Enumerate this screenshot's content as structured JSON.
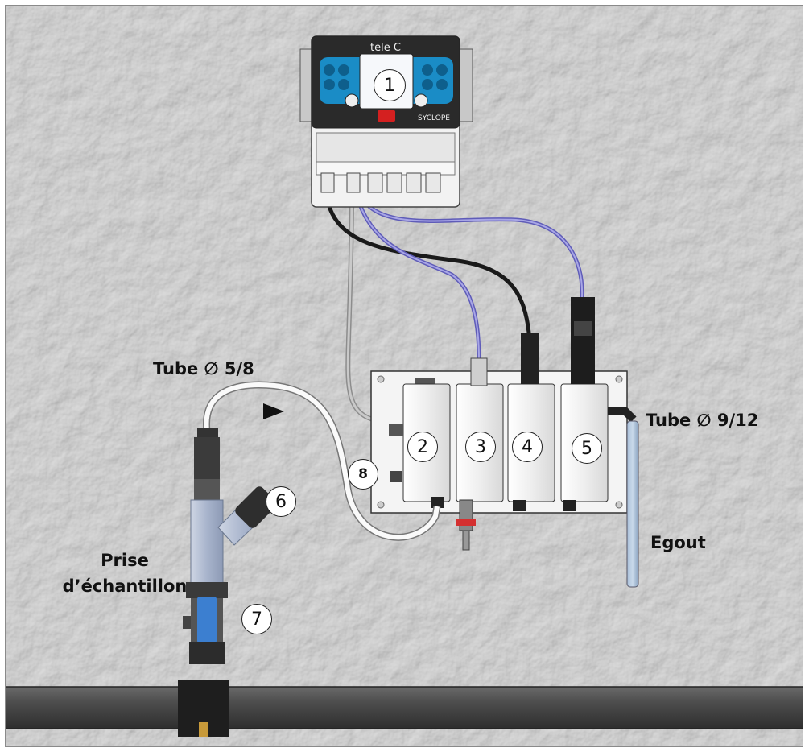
{
  "labels": {
    "tube_58": "Tube ∅ 5/8",
    "tube_912": "Tube ∅ 9/12",
    "egout": "Egout",
    "prise_line1": "Prise",
    "prise_line2": "d’échantillon",
    "controller_brand": "tele C",
    "controller_model": "SYCLOPE"
  },
  "markers": [
    "1",
    "2",
    "3",
    "4",
    "5",
    "6",
    "7",
    "8"
  ],
  "colors": {
    "wall": "#d9d9d9",
    "pipe": "#4a4a4a",
    "panel": "#f4f4f4",
    "controller_screen": "#1a8cc6",
    "cable_blue": "#7a78c8",
    "cable_black": "#1a1a1a",
    "cable_grey": "#a0a0a0",
    "valve_blue": "#3c7fd0"
  }
}
